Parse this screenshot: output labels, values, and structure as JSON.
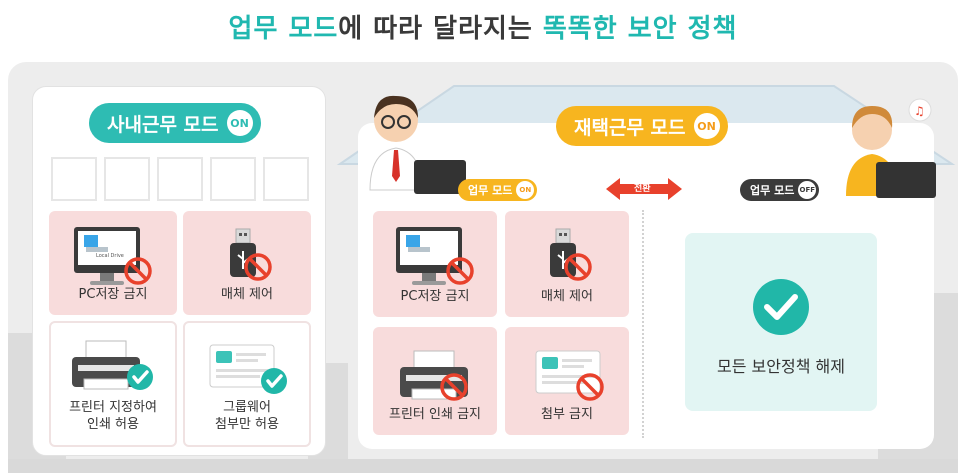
{
  "headline": {
    "part1": "업무 모드",
    "part2": "에 따라 달라지는 ",
    "part3": "똑똑한 보안 정책"
  },
  "office": {
    "mode_label": "사내근무 모드",
    "on_badge": "ON",
    "cards": [
      {
        "label": "PC저장 금지",
        "icon": "pc-local-drive-prohibited-icon",
        "state": "prohibited"
      },
      {
        "label": "매체 제어",
        "icon": "usb-prohibited-icon",
        "state": "prohibited"
      },
      {
        "label": "프린터 지정하여\n인쇄 허용",
        "icon": "printer-allowed-icon",
        "state": "allowed"
      },
      {
        "label": "그룹웨어\n첨부만 허용",
        "icon": "groupware-attach-allowed-icon",
        "state": "allowed"
      }
    ],
    "monitor_text": "Local Drive"
  },
  "home": {
    "mode_label": "재택근무 모드",
    "on_badge": "ON",
    "work_mode_on": {
      "label": "업무 모드",
      "badge": "ON"
    },
    "work_mode_off": {
      "label": "업무 모드",
      "badge": "OFF"
    },
    "switch_label": "전환",
    "cards": [
      {
        "label": "PC저장 금지",
        "icon": "pc-local-drive-prohibited-icon"
      },
      {
        "label": "매체 제어",
        "icon": "usb-prohibited-icon"
      },
      {
        "label": "프린터 인쇄 금지",
        "icon": "printer-prohibited-icon"
      },
      {
        "label": "첨부 금지",
        "icon": "attachment-prohibited-icon"
      }
    ],
    "release_label": "모든 보안정책 해제"
  },
  "colors": {
    "teal": "#2ebcb3",
    "orange": "#f7b51f",
    "pink": "#f8dcdc",
    "red": "#e8412c",
    "dark": "#3b3b3b"
  }
}
